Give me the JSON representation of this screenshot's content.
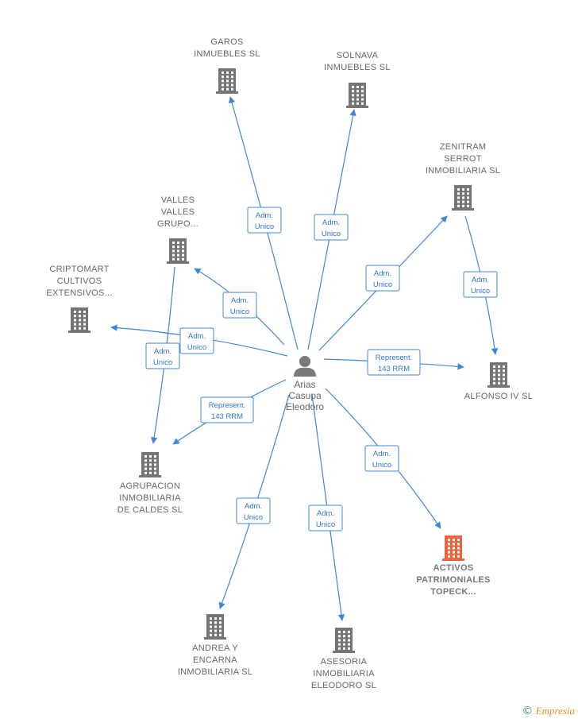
{
  "center": {
    "name_lines": [
      "Arias",
      "Casupa",
      "Eleodoro"
    ],
    "icon": "person-icon"
  },
  "companies": [
    {
      "id": "garos",
      "lines": [
        "GAROS",
        "INMUEBLES  SL"
      ],
      "icon": "building-icon",
      "color": "#757575"
    },
    {
      "id": "solnava",
      "lines": [
        "SOLNAVA",
        "INMUEBLES  SL"
      ],
      "icon": "building-icon",
      "color": "#757575"
    },
    {
      "id": "zenitram",
      "lines": [
        "ZENITRAM",
        "SERROT",
        "INMOBILIARIA SL"
      ],
      "icon": "building-icon",
      "color": "#757575"
    },
    {
      "id": "valles",
      "lines": [
        "VALLES",
        "VALLES",
        "GRUPO..."
      ],
      "icon": "building-icon",
      "color": "#757575"
    },
    {
      "id": "criptomart",
      "lines": [
        "CRIPTOMART",
        "CULTIVOS",
        "EXTENSIVOS..."
      ],
      "icon": "building-icon",
      "color": "#757575"
    },
    {
      "id": "alfonso",
      "lines": [
        "ALFONSO IV SL"
      ],
      "icon": "building-icon",
      "color": "#757575"
    },
    {
      "id": "agrupacion",
      "lines": [
        "AGRUPACION",
        "INMOBILIARIA",
        "DE CALDES SL"
      ],
      "icon": "building-icon",
      "color": "#757575"
    },
    {
      "id": "activos",
      "lines": [
        "ACTIVOS",
        "PATRIMONIALES",
        "TOPECK..."
      ],
      "icon": "building-icon",
      "color": "#f0633a",
      "highlight": true
    },
    {
      "id": "andrea",
      "lines": [
        "ANDREA Y",
        "ENCARNA",
        "INMOBILIARIA SL"
      ],
      "icon": "building-icon",
      "color": "#757575"
    },
    {
      "id": "asesoria",
      "lines": [
        "ASESORIA",
        "INMOBILIARIA",
        "ELEODORO SL"
      ],
      "icon": "building-icon",
      "color": "#757575"
    }
  ],
  "relations": [
    {
      "from": "center",
      "to": "garos",
      "lines": [
        "Adm.",
        "Unico"
      ]
    },
    {
      "from": "center",
      "to": "solnava",
      "lines": [
        "Adm.",
        "Unico"
      ]
    },
    {
      "from": "center",
      "to": "zenitram",
      "lines": [
        "Adm.",
        "Unico"
      ]
    },
    {
      "from": "zenitram",
      "to": "alfonso",
      "lines": [
        "Adm.",
        "Unico"
      ]
    },
    {
      "from": "center",
      "to": "valles",
      "lines": [
        "Adm.",
        "Unico"
      ]
    },
    {
      "from": "center",
      "to": "criptomart",
      "lines": [
        "Adm.",
        "Unico"
      ]
    },
    {
      "from": "valles",
      "to": "agrupacion",
      "lines": [
        "Adm.",
        "Unico"
      ]
    },
    {
      "from": "center",
      "to": "alfonso",
      "lines": [
        "Represent.",
        "143 RRM"
      ]
    },
    {
      "from": "center",
      "to": "agrupacion",
      "lines": [
        "Represent.",
        "143 RRM"
      ]
    },
    {
      "from": "center",
      "to": "activos",
      "lines": [
        "Adm.",
        "Unico"
      ]
    },
    {
      "from": "center",
      "to": "andrea",
      "lines": [
        "Adm.",
        "Unico"
      ]
    },
    {
      "from": "center",
      "to": "asesoria",
      "lines": [
        "Adm.",
        "Unico"
      ]
    }
  ],
  "colors": {
    "edge": "#3f86d9",
    "building": "#757575",
    "highlight": "#f0633a",
    "person": "#7a7a7a"
  },
  "footer": {
    "copyright": "©",
    "brand": "Empresia"
  }
}
